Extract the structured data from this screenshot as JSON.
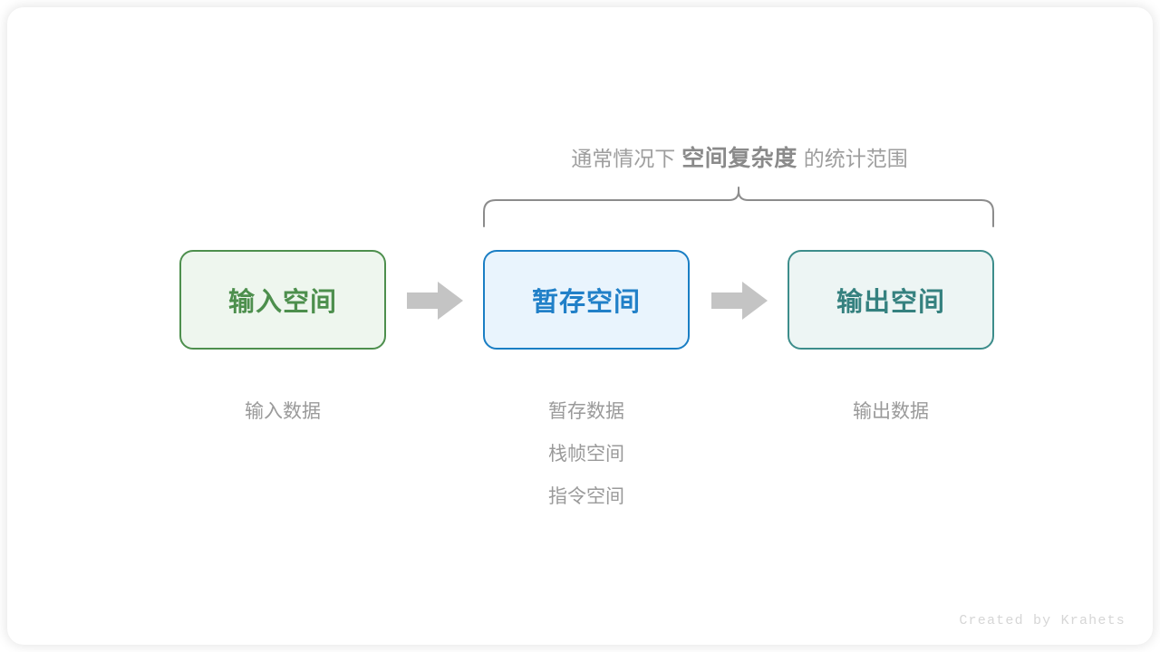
{
  "canvas": {
    "background": "#ffffff",
    "card_background": "#ffffff"
  },
  "scope_caption": {
    "prefix": "通常情况下",
    "emphasis": "空间复杂度",
    "suffix": "的统计范围",
    "color": "#9a9a9a",
    "emphasis_color": "#8a8a8a"
  },
  "brace": {
    "color": "#8c8c8c",
    "label": "space-complexity-scope-brace"
  },
  "boxes": [
    {
      "id": "input",
      "label": "输入空间",
      "fill": "#eef6ee",
      "border": "#4d8f4d",
      "text_color": "#4d8f4d"
    },
    {
      "id": "temp",
      "label": "暂存空间",
      "fill": "#e9f4fd",
      "border": "#1a7ec4",
      "text_color": "#2180c8"
    },
    {
      "id": "output",
      "label": "输出空间",
      "fill": "#edf5f4",
      "border": "#3d8d8b",
      "text_color": "#35817f"
    }
  ],
  "arrows": [
    {
      "id": "arrow-input-to-temp",
      "color": "#c4c4c4"
    },
    {
      "id": "arrow-temp-to-output",
      "color": "#c4c4c4"
    }
  ],
  "captions": {
    "input": [
      "输入数据"
    ],
    "temp": [
      "暂存数据",
      "栈帧空间",
      "指令空间"
    ],
    "output": [
      "输出数据"
    ],
    "color": "#9a9a9a"
  },
  "watermark": {
    "text": "Created by Krahets",
    "color": "#d6d6d6"
  }
}
